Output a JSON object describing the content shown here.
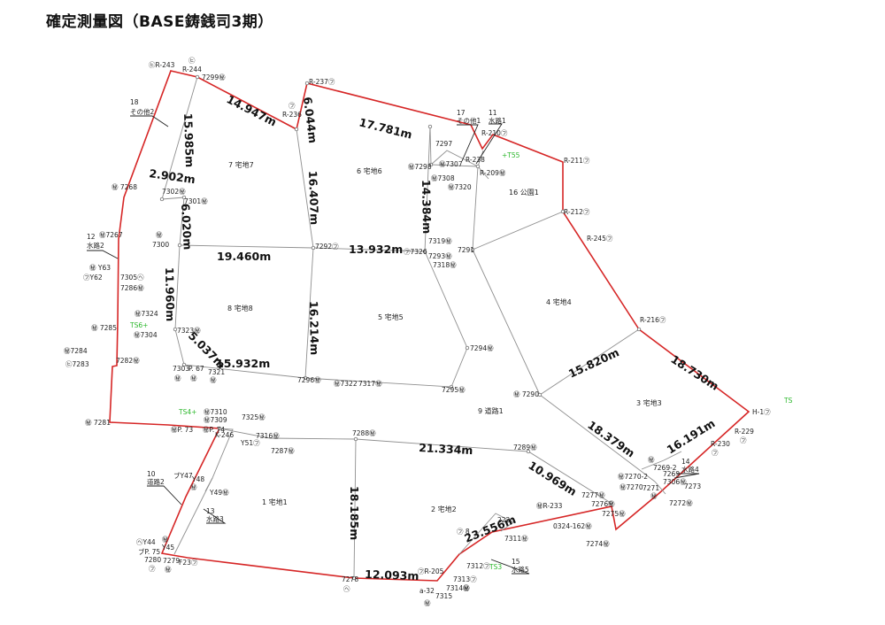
{
  "title": "確定測量図（BASE鋳銭司3期）",
  "parcels": [
    {
      "id": "p7",
      "text": "7 宅地7"
    },
    {
      "id": "p6",
      "text": "6 宅地6"
    },
    {
      "id": "p16",
      "text": "16 公園1"
    },
    {
      "id": "p8",
      "text": "8 宅地8"
    },
    {
      "id": "p5",
      "text": "5 宅地5"
    },
    {
      "id": "p4",
      "text": "4 宅地4"
    },
    {
      "id": "p3",
      "text": "3 宅地3"
    },
    {
      "id": "p9",
      "text": "9 道路1"
    },
    {
      "id": "p1",
      "text": "1 宅地1"
    },
    {
      "id": "p2",
      "text": "2 宅地2"
    }
  ],
  "callouts": [
    {
      "id": "c18a",
      "text": "18"
    },
    {
      "id": "c18b",
      "text": "その他2"
    },
    {
      "id": "c17a",
      "text": "17"
    },
    {
      "id": "c17b",
      "text": "その他1"
    },
    {
      "id": "c11a",
      "text": "11"
    },
    {
      "id": "c11b",
      "text": "水路1"
    },
    {
      "id": "c12a",
      "text": "12"
    },
    {
      "id": "c12b",
      "text": "水路2"
    },
    {
      "id": "c10a",
      "text": "10"
    },
    {
      "id": "c10b",
      "text": "道路2"
    },
    {
      "id": "c13a",
      "text": "13"
    },
    {
      "id": "c13b",
      "text": "水路3"
    },
    {
      "id": "c14a",
      "text": "14"
    },
    {
      "id": "c14b",
      "text": "水路4"
    },
    {
      "id": "c15a",
      "text": "15"
    },
    {
      "id": "c15b",
      "text": "水路5"
    }
  ],
  "dimensions": [
    {
      "id": "d1",
      "text": "14.947m"
    },
    {
      "id": "d2",
      "text": "15.985m"
    },
    {
      "id": "d3",
      "text": "6.044m"
    },
    {
      "id": "d4",
      "text": "17.781m"
    },
    {
      "id": "d5",
      "text": "2.902m"
    },
    {
      "id": "d6",
      "text": "6.020m"
    },
    {
      "id": "d7",
      "text": "16.407m"
    },
    {
      "id": "d8",
      "text": "14.384m"
    },
    {
      "id": "d9",
      "text": "19.460m"
    },
    {
      "id": "d10",
      "text": "13.932m"
    },
    {
      "id": "d11",
      "text": "11.960m"
    },
    {
      "id": "d12",
      "text": "16.214m"
    },
    {
      "id": "d13",
      "text": "5.037m"
    },
    {
      "id": "d14",
      "text": "15.932m"
    },
    {
      "id": "d15",
      "text": "15.820m"
    },
    {
      "id": "d16",
      "text": "18.730m"
    },
    {
      "id": "d17",
      "text": "18.379m"
    },
    {
      "id": "d18",
      "text": "16.191m"
    },
    {
      "id": "d19",
      "text": "21.334m"
    },
    {
      "id": "d20",
      "text": "10.969m"
    },
    {
      "id": "d21",
      "text": "18.185m"
    },
    {
      "id": "d22",
      "text": "12.093m"
    },
    {
      "id": "d23",
      "text": "23.556m"
    }
  ],
  "traverse_stations": [
    {
      "id": "ts5",
      "text": "+T55"
    },
    {
      "id": "ts6",
      "text": "TS6+"
    },
    {
      "id": "ts4",
      "text": "TS4+"
    },
    {
      "id": "ts_r",
      "text": "TS"
    },
    {
      "id": "ts3",
      "text": "TS3"
    }
  ],
  "points": [
    {
      "id": "q1",
      "text": "㋪R-243"
    },
    {
      "id": "q2",
      "text": "㋪"
    },
    {
      "id": "q3",
      "text": "R-244"
    },
    {
      "id": "q4",
      "text": "7299㊙"
    },
    {
      "id": "q5",
      "text": "R-237㋫"
    },
    {
      "id": "q6",
      "text": "㋫"
    },
    {
      "id": "q7",
      "text": "R-236"
    },
    {
      "id": "q8",
      "text": "7297"
    },
    {
      "id": "q9",
      "text": "R-210㋫"
    },
    {
      "id": "q10",
      "text": "㊙7298"
    },
    {
      "id": "q11",
      "text": "㊙7307"
    },
    {
      "id": "q12",
      "text": "R-238"
    },
    {
      "id": "q13",
      "text": "㊙7308"
    },
    {
      "id": "q14",
      "text": "R-209㊙"
    },
    {
      "id": "q15",
      "text": "㊙7320"
    },
    {
      "id": "q16",
      "text": "R-211㋫"
    },
    {
      "id": "q17",
      "text": "R-212㋫"
    },
    {
      "id": "q18",
      "text": "R-245㋫"
    },
    {
      "id": "q19",
      "text": "㊙ 7268"
    },
    {
      "id": "q20",
      "text": "7302㊙"
    },
    {
      "id": "q21",
      "text": "7301㊙"
    },
    {
      "id": "q22",
      "text": "㊙7267"
    },
    {
      "id": "q23",
      "text": "㊙"
    },
    {
      "id": "q24",
      "text": "7300"
    },
    {
      "id": "q25",
      "text": "7292㋫"
    },
    {
      "id": "q26",
      "text": "㋫7326"
    },
    {
      "id": "q27",
      "text": "7319㊙"
    },
    {
      "id": "q28",
      "text": "7293㊙"
    },
    {
      "id": "q29",
      "text": "7291"
    },
    {
      "id": "q30",
      "text": "7318㊙"
    },
    {
      "id": "q31",
      "text": "㊙ Y63"
    },
    {
      "id": "q32",
      "text": "㋫Y62"
    },
    {
      "id": "q33",
      "text": "7305㋬"
    },
    {
      "id": "q34",
      "text": "7286㊙"
    },
    {
      "id": "q35",
      "text": "㊙7324"
    },
    {
      "id": "q36",
      "text": "7323㊙"
    },
    {
      "id": "q37",
      "text": "㊙ 7285"
    },
    {
      "id": "q38",
      "text": "㊙7304"
    },
    {
      "id": "q39",
      "text": "R-216㋫"
    },
    {
      "id": "q40",
      "text": "㊙7284"
    },
    {
      "id": "q41",
      "text": "㋪7283"
    },
    {
      "id": "q42",
      "text": "7282㊙"
    },
    {
      "id": "q43",
      "text": "7303"
    },
    {
      "id": "q44",
      "text": "P. 67"
    },
    {
      "id": "q45",
      "text": "7321"
    },
    {
      "id": "q46",
      "text": "㊙"
    },
    {
      "id": "q47",
      "text": "㊙"
    },
    {
      "id": "q48",
      "text": "㊙"
    },
    {
      "id": "q49",
      "text": "7296㊙"
    },
    {
      "id": "q50",
      "text": "㊙7322"
    },
    {
      "id": "q51",
      "text": "7317㊙"
    },
    {
      "id": "q52",
      "text": "7295㊙"
    },
    {
      "id": "q53",
      "text": "7294㊙"
    },
    {
      "id": "q54",
      "text": "㊙ 7290"
    },
    {
      "id": "q55",
      "text": "H-1㋫"
    },
    {
      "id": "q56",
      "text": "R-229"
    },
    {
      "id": "q57",
      "text": "㋫"
    },
    {
      "id": "q58",
      "text": "㊙7310"
    },
    {
      "id": "q59",
      "text": "㊙7309"
    },
    {
      "id": "q60",
      "text": "7325㊙"
    },
    {
      "id": "q61",
      "text": "㊙ 7281"
    },
    {
      "id": "q62",
      "text": "㊙P. 73"
    },
    {
      "id": "q63",
      "text": "㊙P. 74"
    },
    {
      "id": "q64",
      "text": "K-246"
    },
    {
      "id": "q65",
      "text": "7316㊙"
    },
    {
      "id": "q66",
      "text": "7288㊙"
    },
    {
      "id": "q67",
      "text": "Y51㋫"
    },
    {
      "id": "q68",
      "text": "7287㊙"
    },
    {
      "id": "q69",
      "text": "7289㊙"
    },
    {
      "id": "q70",
      "text": "R-230"
    },
    {
      "id": "q71",
      "text": "㋫"
    },
    {
      "id": "q72",
      "text": "㊙"
    },
    {
      "id": "q73",
      "text": "7269-2"
    },
    {
      "id": "q74",
      "text": "7269"
    },
    {
      "id": "q75",
      "text": "㊙7270-2"
    },
    {
      "id": "q76",
      "text": "7306㊙"
    },
    {
      "id": "q77",
      "text": "㊙7270"
    },
    {
      "id": "q78",
      "text": "7271"
    },
    {
      "id": "q79",
      "text": "7273"
    },
    {
      "id": "q80",
      "text": "7272㊙"
    },
    {
      "id": "q81",
      "text": "㊙"
    },
    {
      "id": "q82",
      "text": "ブY47"
    },
    {
      "id": "q83",
      "text": "Y48"
    },
    {
      "id": "q84",
      "text": "㊙"
    },
    {
      "id": "q85",
      "text": "Y49㊙"
    },
    {
      "id": "q86",
      "text": "7277㊙"
    },
    {
      "id": "q87",
      "text": "7276㊙"
    },
    {
      "id": "q88",
      "text": "㊙R-233"
    },
    {
      "id": "q89",
      "text": "7275㊙"
    },
    {
      "id": "q90",
      "text": "0324-162㊙"
    },
    {
      "id": "q91",
      "text": "7311㊙"
    },
    {
      "id": "q92",
      "text": "7274㊙"
    },
    {
      "id": "q93",
      "text": "㋫ 8"
    },
    {
      "id": "q94",
      "text": "222"
    },
    {
      "id": "q95",
      "text": "㋬Y44"
    },
    {
      "id": "q96",
      "text": "ブP. 75"
    },
    {
      "id": "q97",
      "text": "Y45"
    },
    {
      "id": "q98",
      "text": "7280"
    },
    {
      "id": "q99",
      "text": "㋫"
    },
    {
      "id": "q100",
      "text": "㊙"
    },
    {
      "id": "q101",
      "text": "7279"
    },
    {
      "id": "q102",
      "text": "F23㋫"
    },
    {
      "id": "q103",
      "text": "㊙"
    },
    {
      "id": "q104",
      "text": "7278"
    },
    {
      "id": "q105",
      "text": "㋬"
    },
    {
      "id": "q106",
      "text": "㋫R-205"
    },
    {
      "id": "q107",
      "text": "7312㋫"
    },
    {
      "id": "q108",
      "text": "7313㋫"
    },
    {
      "id": "q109",
      "text": "7314㊙"
    },
    {
      "id": "q110",
      "text": "a-32"
    },
    {
      "id": "q111",
      "text": "7315"
    },
    {
      "id": "q112",
      "text": "㊙"
    },
    {
      "id": "q113",
      "text": "㊙"
    }
  ]
}
